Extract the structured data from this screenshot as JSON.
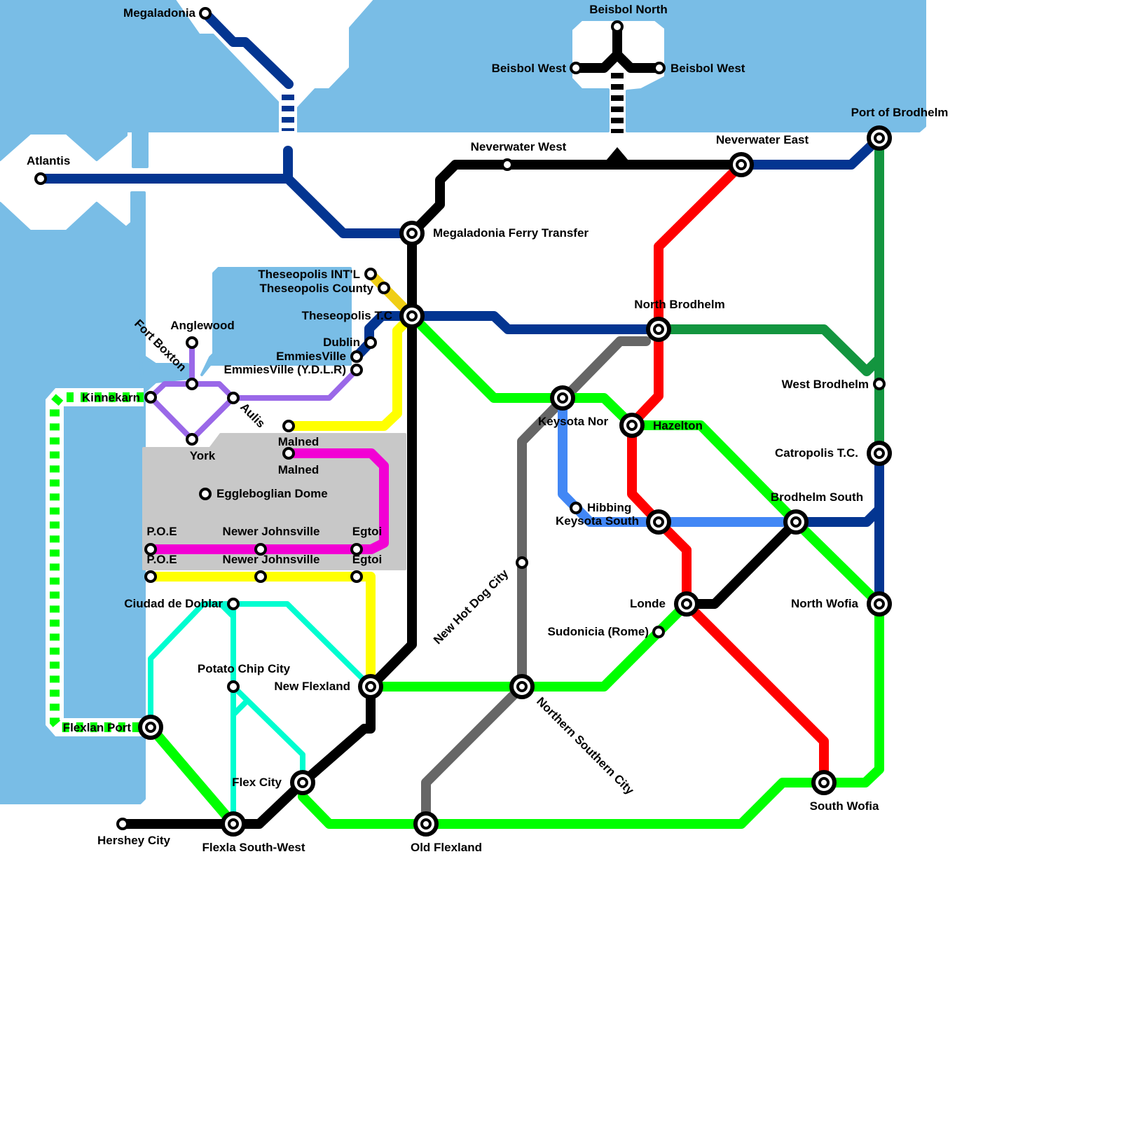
{
  "colors": {
    "water": "#79bde6",
    "district": "#c8c8c8",
    "navy": "#033591",
    "black": "#000000",
    "red": "#ff0000",
    "green": "#00ff00",
    "dark_green": "#13953f",
    "gray": "#666666",
    "blue": "#4287f5",
    "yellow": "#ffff00",
    "gold": "#f0ce15",
    "magenta": "#f200d4",
    "purple": "#9a68e8",
    "aqua": "#00fdd0"
  },
  "stations": {
    "megaladonia": "Megaladonia",
    "atlantis": "Atlantis",
    "beisbol_north": "Beisbol North",
    "beisbol_west_1": "Beisbol West",
    "beisbol_west_2": "Beisbol West",
    "neverwater_west": "Neverwater West",
    "neverwater_east": "Neverwater East",
    "port_of_brodhelm": "Port of Brodhelm",
    "megaladonia_ferry_transfer": "Megaladonia Ferry Transfer",
    "theseopolis_intl": "Theseopolis INT'L",
    "theseopolis_county": "Theseopolis County",
    "theseopolis_tc": "Theseopolis T.C",
    "north_brodhelm": "North Brodhelm",
    "dublin": "Dublin",
    "emmiesville": "EmmiesVille",
    "emmiesville_ydlr": "EmmiesVille (Y.D.L.R)",
    "anglewood": "Anglewood",
    "fort_boxton": "Fort Boxton",
    "kinnekarn": "Kinnekarn",
    "aulis": "Aulis",
    "york": "York",
    "malned_1": "Malned",
    "malned_2": "Malned",
    "eggleboglian_dome": "Eggleboglian Dome",
    "poe_1": "P.O.E",
    "poe_2": "P.O.E",
    "newer_johnsville_1": "Newer Johnsville",
    "newer_johnsville_2": "Newer Johnsville",
    "egtoi_1": "Egtoi",
    "egtoi_2": "Egtoi",
    "west_brodhelm": "West Brodhelm",
    "catropolis_tc": "Catropolis T.C.",
    "keysota_nor": "Keysota Nor",
    "hazelton": "Hazelton",
    "hibbing": "Hibbing",
    "keysota_south": "Keysota South",
    "brodhelm_south": "Brodhelm South",
    "new_hot_dog_city": "New Hot Dog City",
    "londe": "Londe",
    "north_wofia": "North Wofia",
    "sudonicia_rome": "Sudonicia (Rome)",
    "ciudad_de_doblar": "Ciudad de Doblar",
    "potato_chip_city": "Potato Chip City",
    "new_flexland": "New Flexland",
    "northern_southern_city": "Northern Southern City",
    "flexlan_port": "Flexlan Port",
    "flex_city": "Flex City",
    "south_wofia": "South Wofia",
    "hershey_city": "Hershey City",
    "flexla_south_west": "Flexla South-West",
    "old_flexland": "Old Flexland"
  }
}
